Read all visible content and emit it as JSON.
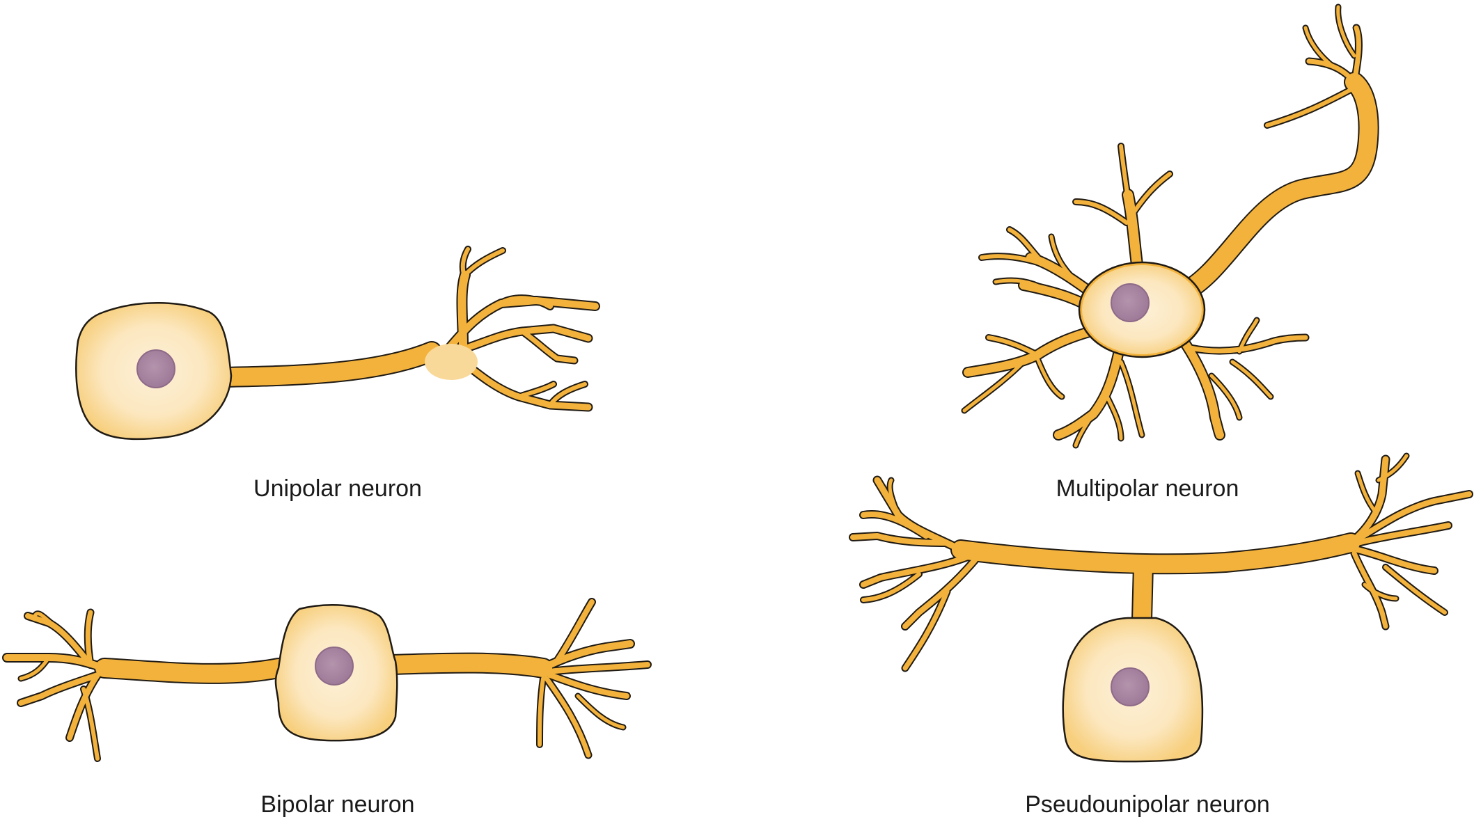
{
  "labels": {
    "unipolar": "Unipolar neuron",
    "multipolar": "Multipolar neuron",
    "bipolar": "Bipolar neuron",
    "pseudounipolar": "Pseudounipolar neuron"
  },
  "colors": {
    "process": "#f3b23b",
    "soma_center": "#fcebc8",
    "soma_edge": "#f8cf7a",
    "nucleus": "#a27f9b",
    "nucleus_edge": "#8e6a88",
    "outline": "#1f1a14",
    "text": "#1a1a1a",
    "background": "#ffffff"
  }
}
